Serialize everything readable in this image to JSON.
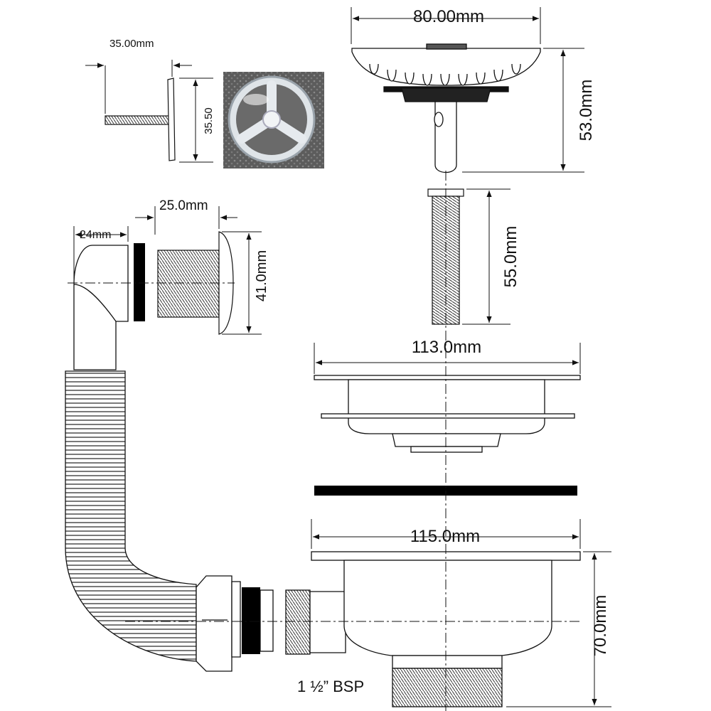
{
  "dimensions": {
    "overflow_plate_width": "35.00mm",
    "overflow_plate_height": "35.50",
    "strainer_width": "80.00mm",
    "strainer_height": "53.0mm",
    "overflow_body_length": "25.0mm",
    "overflow_elbow_width": "24mm",
    "overflow_face_height": "41.0mm",
    "connecting_bolt_length": "55.0mm",
    "flange_width": "113.0mm",
    "body_flange_width": "115.0mm",
    "body_height": "70.0mm",
    "thread_spec": "1 ½” BSP"
  },
  "colors": {
    "line": "#1a1a1a",
    "gasket": "#000000",
    "photo_bg": "#6b6b6b",
    "chrome": "#d8dde2"
  },
  "icons": {
    "photo": "overflow-cover-photo",
    "arrows": "dimension-arrow"
  }
}
